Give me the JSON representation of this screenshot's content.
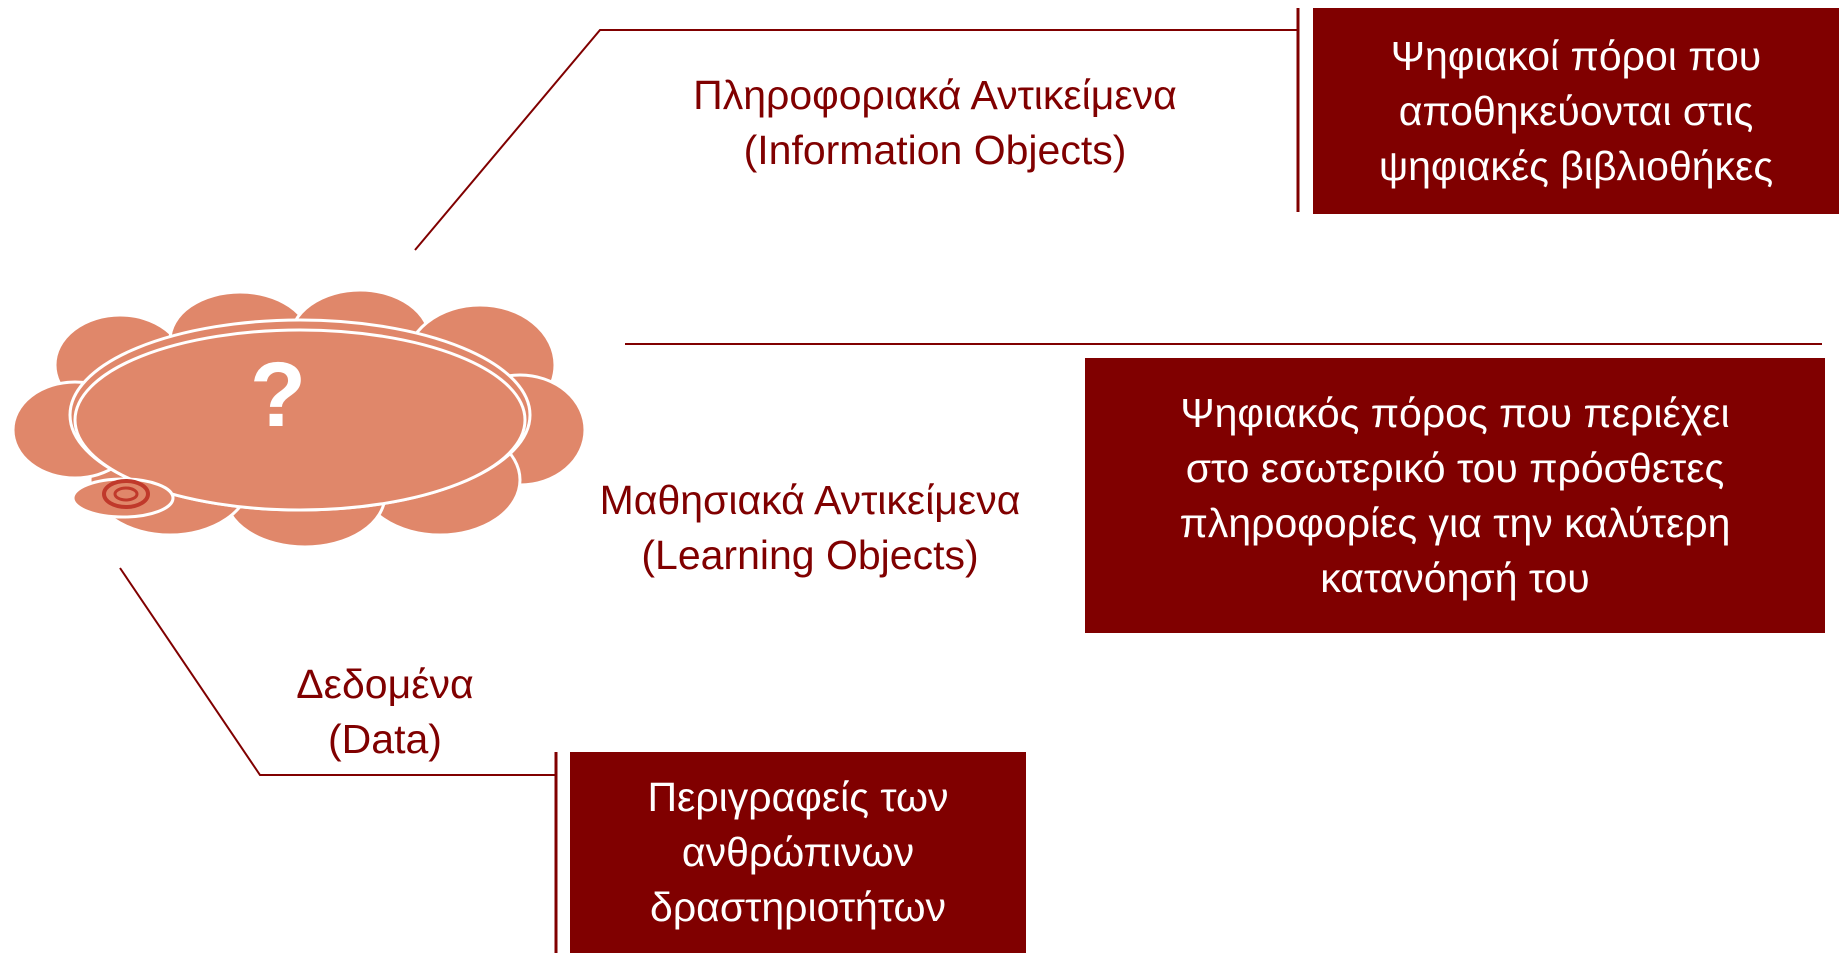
{
  "colors": {
    "accent": "#800000",
    "box_text": "#ffffff",
    "cloud_fill": "#E0876A",
    "cloud_stroke": "#ffffff",
    "disc_ring": "#C0392B"
  },
  "cloud": {
    "icon": "cloud-icon",
    "symbol": "?",
    "decoration_icon": "disc-icon"
  },
  "branches": {
    "information": {
      "title": "Πληροφοριακά Αντικείμενα",
      "subtitle": "(Information Objects)",
      "box_lines": [
        "Ψηφιακοί πόροι που",
        "αποθηκεύονται στις",
        "ψηφιακές βιβλιοθήκες"
      ]
    },
    "learning": {
      "title": "Μαθησιακά Αντικείμενα",
      "subtitle": "(Learning Objects)",
      "box_lines": [
        "Ψηφιακός πόρος που περιέχει",
        "στο εσωτερικό του πρόσθετες",
        "πληροφορίες για την καλύτερη",
        "κατανόησή του"
      ]
    },
    "data": {
      "title": "Δεδομένα",
      "subtitle": "(Data)",
      "box_lines": [
        "Περιγραφείς των",
        "ανθρώπινων",
        "δραστηριοτήτων"
      ]
    }
  }
}
